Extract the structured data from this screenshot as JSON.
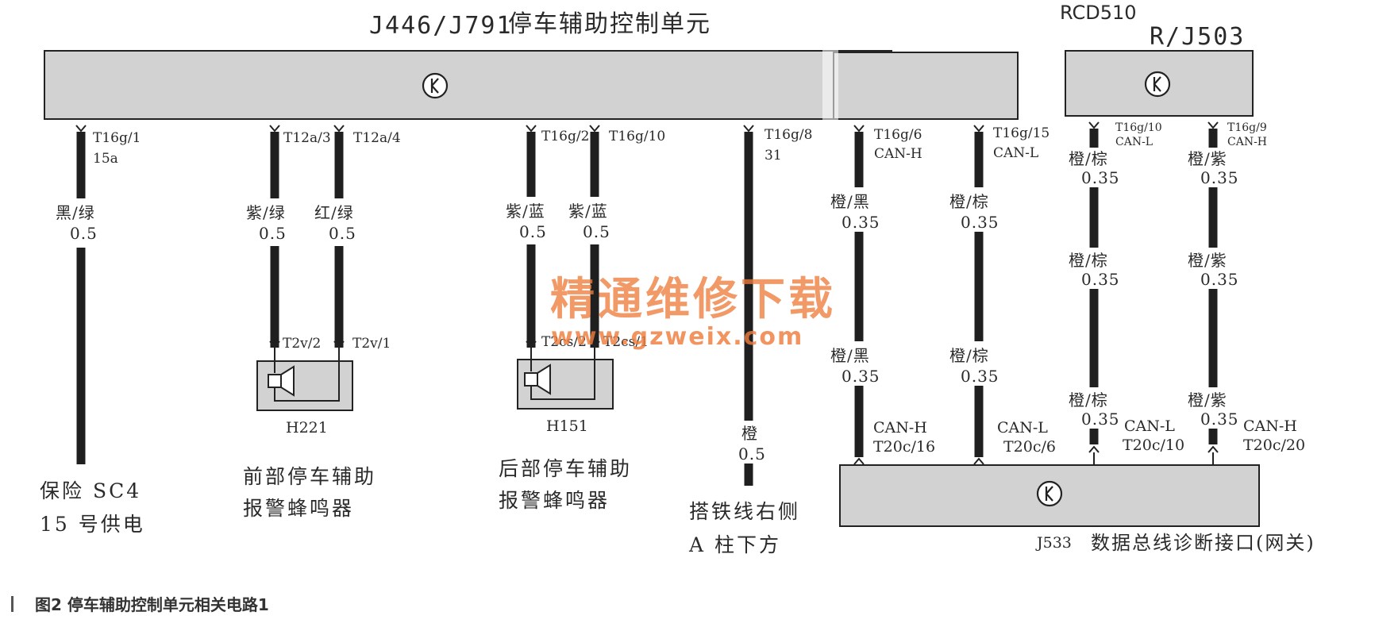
{
  "header": {
    "parking_unit_code": "J446/J791",
    "parking_unit_name": "停车辅助控制单元",
    "radio_code": "RCD510",
    "radio_unit": "R/J503"
  },
  "pins": {
    "p1_code": "T16g/1",
    "p1_sig": "15a",
    "p2_code": "T12a/3",
    "p3_code": "T12a/4",
    "p4_code": "T16g/2",
    "p5_code": "T16g/10",
    "p6_code": "T16g/8",
    "p6_sig": "31",
    "p7_code": "T16g/6",
    "p7_sig": "CAN-H",
    "p8_code": "T16g/15",
    "p8_sig": "CAN-L",
    "p9_code": "T16g/10",
    "p9_sig": "CAN-L",
    "p10_code": "T16g/9",
    "p10_sig": "CAN-H"
  },
  "wires": {
    "w1_color": "黑/绿",
    "w1_size": "0.5",
    "w2_color": "紫/绿",
    "w2_size": "0.5",
    "w3_color": "红/绿",
    "w3_size": "0.5",
    "w4_color": "紫/蓝",
    "w4_size": "0.5",
    "w5_color": "紫/蓝",
    "w5_size": "0.5",
    "w6_color": "橙",
    "w6_size": "0.5",
    "w7a_color": "橙/黑",
    "w7a_size": "0.35",
    "w7b_color": "橙/黑",
    "w7b_size": "0.35",
    "w8a_color": "橙/棕",
    "w8a_size": "0.35",
    "w8b_color": "橙/棕",
    "w8b_size": "0.35",
    "w9a_color": "橙/棕",
    "w9a_size": "0.35",
    "w9b_color": "橙/棕",
    "w9b_size": "0.35",
    "w9c_color": "橙/棕",
    "w9c_size": "0.35",
    "w10a_color": "橙/紫",
    "w10a_size": "0.35",
    "w10b_color": "橙/紫",
    "w10b_size": "0.35",
    "w10c_color": "橙/紫",
    "w10c_size": "0.35"
  },
  "buzzers": {
    "front_pin_a": "T2v/2",
    "front_pin_b": "T2v/1",
    "front_code": "H221",
    "front_desc_1": "前部停车辅助",
    "front_desc_2": "报警蜂鸣器",
    "rear_pin_a": "T2cs/2",
    "rear_pin_b": "T2cs/1",
    "rear_code": "H151",
    "rear_desc_1": "后部停车辅助",
    "rear_desc_2": "报警蜂鸣器"
  },
  "terminals": {
    "fuse_1": "保险 SC4",
    "fuse_2": "15 号供电",
    "ground_1": "搭铁线右侧",
    "ground_2": "A 柱下方"
  },
  "gateway": {
    "g1_sig": "CAN-H",
    "g1_code": "T20c/16",
    "g2_sig": "CAN-L",
    "g2_code": "T20c/6",
    "g3_sig": "CAN-L",
    "g3_code": "T20c/10",
    "g4_sig": "CAN-H",
    "g4_code": "T20c/20",
    "code": "J533",
    "name": "数据总线诊断接口(网关)"
  },
  "watermark": {
    "cn": "精通维修下载",
    "url": "www.gzweix.com"
  },
  "caption": {
    "text": "图2 停车辅助控制单元相关电路1"
  },
  "colors": {
    "module_fill": "#d2d2d2",
    "wire": "#1f1f1f",
    "watermark": "#ee7d3c"
  },
  "icons": {
    "module_symbol": "k-circle-icon",
    "buzzer_symbol": "speaker-icon"
  }
}
